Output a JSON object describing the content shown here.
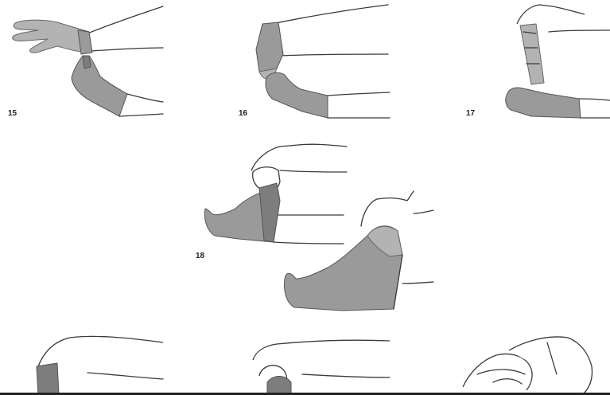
{
  "steps": [
    {
      "label": "15"
    },
    {
      "label": "16"
    },
    {
      "label": "17"
    },
    {
      "label": "18"
    }
  ]
}
